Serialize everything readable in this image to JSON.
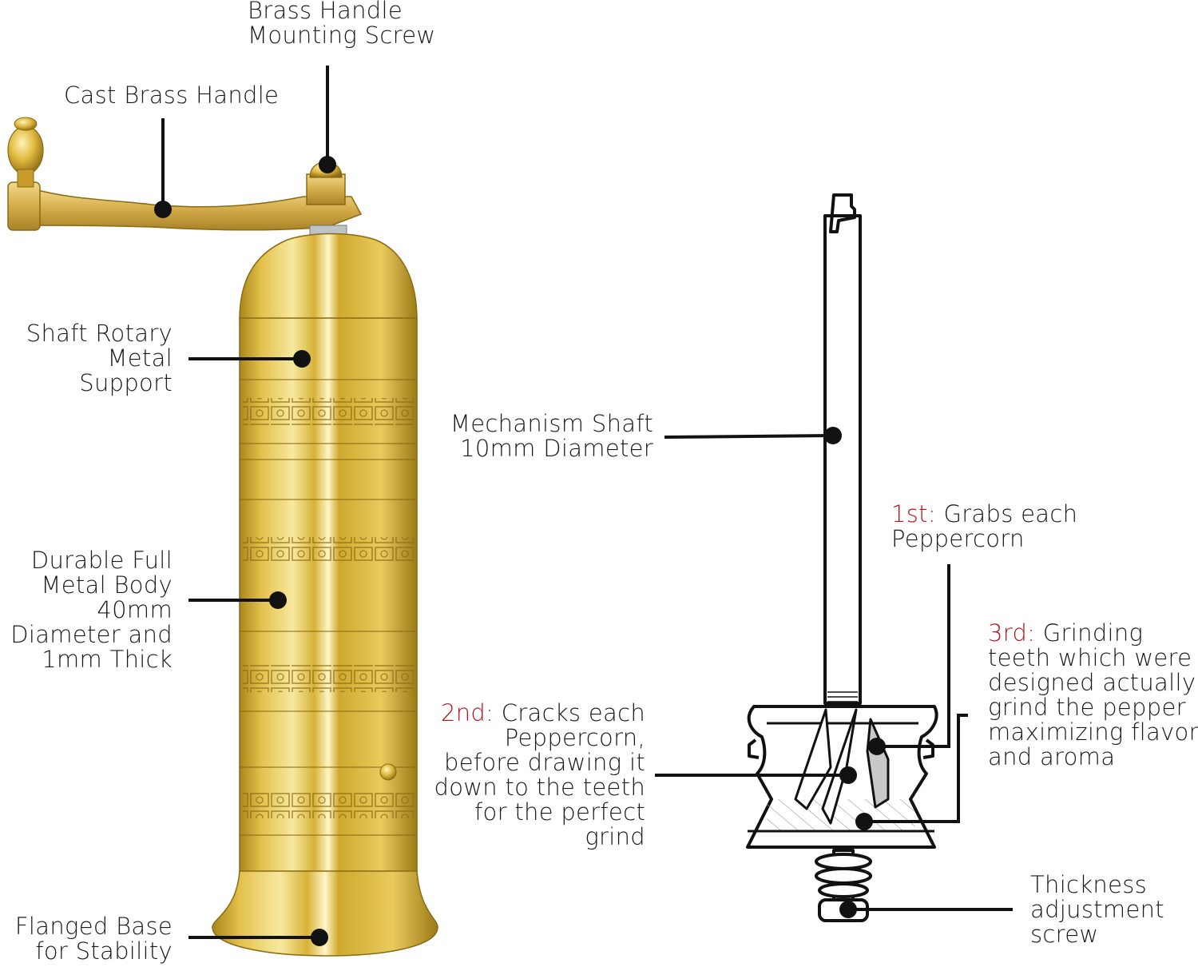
{
  "labels": {
    "mounting_screw": [
      "Brass Handle",
      "Mounting Screw"
    ],
    "cast_handle": [
      "Cast Brass Handle"
    ],
    "shaft_support": [
      "Shaft Rotary",
      "Metal",
      "Support"
    ],
    "body": [
      "Durable Full",
      "Metal Body",
      "40mm",
      "Diameter and",
      "1mm Thick"
    ],
    "base": [
      "Flanged Base",
      "for Stability"
    ],
    "mechanism_shaft": [
      "Mechanism Shaft",
      "10mm Diameter"
    ],
    "first": {
      "ordinal": "1st:",
      "lines": [
        "Grabs each",
        "Peppercorn"
      ]
    },
    "second": {
      "ordinal": "2nd:",
      "lines": [
        "Cracks each",
        "Peppercorn,",
        "before drawing it",
        "down to the teeth",
        "for the perfect",
        "grind"
      ]
    },
    "third": {
      "ordinal": "3rd:",
      "lines": [
        "Grinding",
        "teeth which were",
        "designed actually",
        "grind the pepper",
        "maximizing flavor",
        "and aroma"
      ]
    },
    "thickness": [
      "Thickness",
      "adjustment",
      "screw"
    ]
  },
  "colors": {
    "ordinal_red": "#b3161b",
    "brass_light": "#f6e38a",
    "brass_mid": "#d9b43a",
    "brass_dark": "#9c7a16",
    "leader": "#111111"
  }
}
